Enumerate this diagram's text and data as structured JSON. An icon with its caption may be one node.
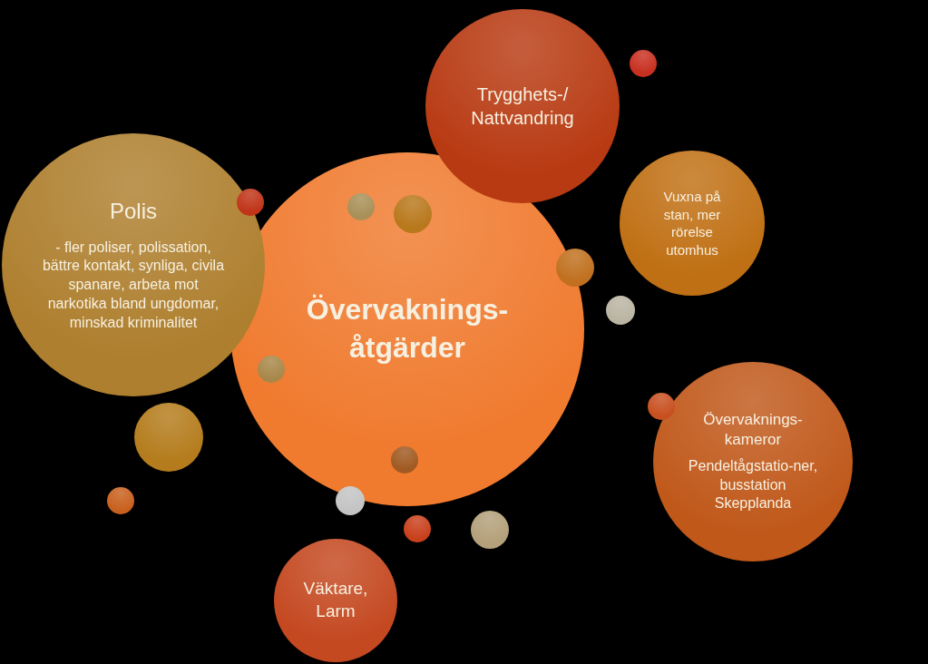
{
  "diagram": {
    "nodes": [
      {
        "text": [
          "Trygghets-/ Nattvandring"
        ]
      },
      {
        "text": [
          "Vuxna på stan, mer rörelse utomhus"
        ]
      },
      {
        "text": [
          "Polis",
          "- fler poliser, polissation, bättre kontakt, synliga, civila spanare, arbeta mot narkotika bland ungdomar, minskad kriminalitet"
        ]
      },
      {
        "text": [
          "Övervaknings- åtgärder"
        ]
      },
      {
        "text": [
          "Övervaknings- kameror",
          "Pendeltågstatio-ner, busstation Skepplanda"
        ]
      },
      {
        "text": [
          "Väktare, Larm"
        ]
      },
      {
        "text": [],
        "shape": "circle"
      },
      {
        "text": [],
        "shape": "circle"
      },
      {
        "text": [],
        "shape": "circle"
      },
      {
        "text": [],
        "shape": "circle",
        "in": 3
      },
      {
        "text": [],
        "shape": "circle"
      },
      {
        "text": [],
        "shape": "circle",
        "in": 3
      },
      {
        "text": [],
        "shape": "circle",
        "in": 3
      },
      {
        "text": [],
        "shape": "circle",
        "in": 3
      },
      {
        "text": [],
        "shape": "circle"
      },
      {
        "text": [],
        "shape": "circle"
      },
      {
        "text": [],
        "shape": "circle"
      },
      {
        "text": [],
        "shape": "circle"
      },
      {
        "text": [],
        "shape": "circle"
      },
      {
        "text": [],
        "shape": "circle"
      }
    ]
  }
}
